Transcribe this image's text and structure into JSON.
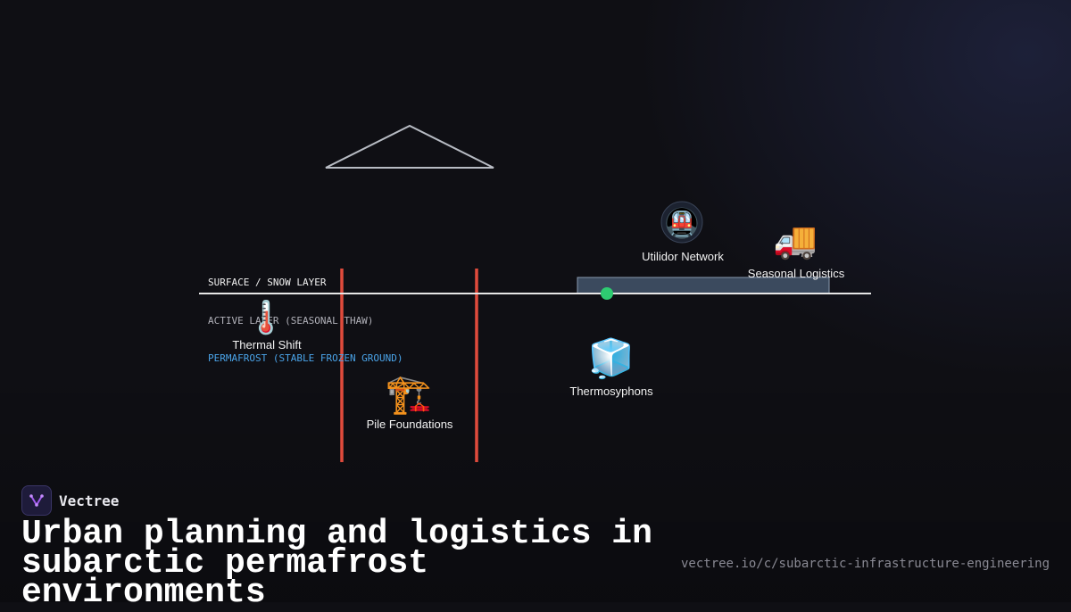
{
  "layers": {
    "surface": "SURFACE / SNOW LAYER",
    "active": "ACTIVE LAYER (SEASONAL THAW)",
    "permafrost": "PERMAFROST (STABLE FROZEN GROUND)"
  },
  "nodes": {
    "utilidor": {
      "label": "Utilidor Network",
      "icon": "🚇"
    },
    "logistics": {
      "label": "Seasonal Logistics",
      "icon": "🚚"
    },
    "thermal": {
      "label": "Thermal Shift",
      "icon": "🌡️"
    },
    "thermosyphons": {
      "label": "Thermosyphons",
      "icon": "🧊"
    },
    "piles": {
      "label": "Pile Foundations",
      "icon": "🏗️"
    }
  },
  "colors": {
    "pile": "#e04b3c",
    "surface_line": "#e6e6e6",
    "roof": "#b8bcc4",
    "slab_fill": "#3b4a5e",
    "node_dot": "#2ecc71",
    "permafrost_text": "#4aa3e8",
    "active_text": "#b0b0b8"
  },
  "brand": {
    "name": "Vectree",
    "logo_icon": "vectree-logo-icon"
  },
  "title": "Urban planning and logistics in subarctic permafrost environments",
  "url": "vectree.io/c/subarctic-infrastructure-engineering"
}
